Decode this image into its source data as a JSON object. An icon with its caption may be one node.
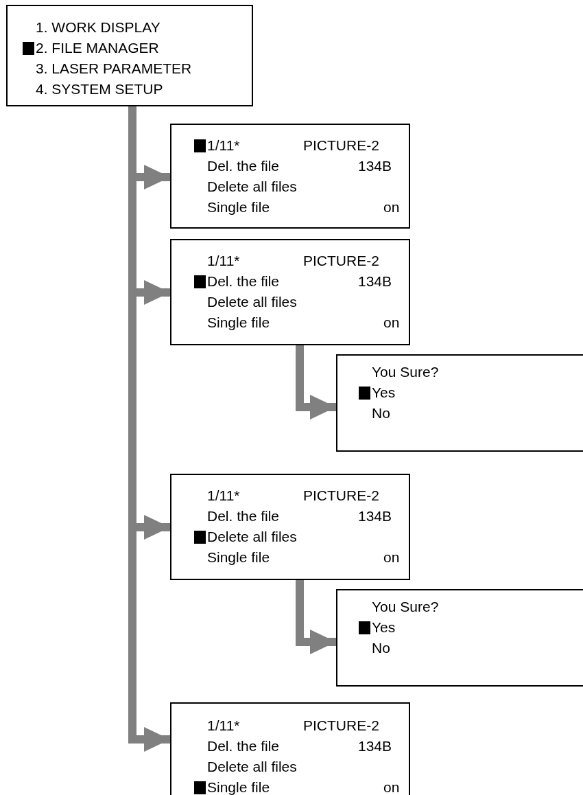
{
  "diagram": {
    "nodes": [
      {
        "text": [
          "1. WORK DISPLAY",
          "2. FILE MANAGER",
          "3. LASER PARAMETER",
          "4. SYSTEM SETUP"
        ]
      },
      {
        "text": [
          "1/11*",
          "PICTURE-2",
          "Del. the file",
          "134B",
          "Delete all files",
          "Single file",
          "on"
        ]
      },
      {
        "text": [
          "1/11*",
          "PICTURE-2",
          "Del. the file",
          "134B",
          "Delete all files",
          "Single file",
          "on"
        ]
      },
      {
        "text": [
          "You Sure?",
          "Yes",
          "No"
        ]
      },
      {
        "text": [
          "1/11*",
          "PICTURE-2",
          "Del. the file",
          "134B",
          "Delete all files",
          "Single file",
          "on"
        ]
      },
      {
        "text": [
          "You Sure?",
          "Yes",
          "No"
        ]
      },
      {
        "text": [
          "1/11*",
          "PICTURE-2",
          "Del. the file",
          "134B",
          "Delete all files",
          "Single file",
          "on"
        ]
      }
    ],
    "edges": [
      {
        "from": 0,
        "to": 1,
        "arrow": "to"
      },
      {
        "from": 0,
        "to": 2,
        "arrow": "to"
      },
      {
        "from": 0,
        "to": 4,
        "arrow": "to"
      },
      {
        "from": 0,
        "to": 6,
        "arrow": "to"
      },
      {
        "from": 2,
        "to": 3,
        "arrow": "to"
      },
      {
        "from": 4,
        "to": 5,
        "arrow": "to"
      }
    ]
  }
}
